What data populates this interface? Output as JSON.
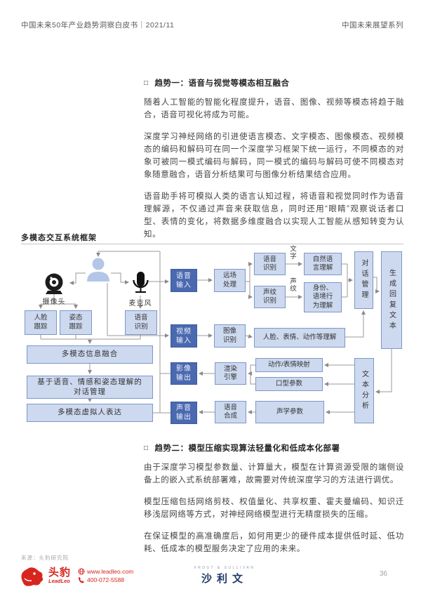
{
  "header": {
    "left": "中国未来50年产业趋势洞察白皮书｜2021/11",
    "right": "中国未来展望系列"
  },
  "section1": {
    "bullet": "□",
    "title": "趋势一：语音与视觉等模态相互融合",
    "paragraphs": [
      "随着人工智能的智能化程度提升，语音、图像、视频等模态将趋于融合，语音可视化将成为可能。",
      "深度学习神经网络的引进使语言模态、文字模态、图像模态、视频模态的编码和解码可在同一个深度学习框架下统一运行，不同模态的对象可被同一模式编码与解码，同一模式的编码与解码可使不同模态对象随意融合，语音分析结果可与图像分析结果结合应用。",
      "语音助手将可模拟人类的语言认知过程，将语音和视觉同时作为语音理解源，不仅通过声音来获取信息，同时还用“眼睛”观察说话者口型、表情的变化，将数据多维度融合以实现人工智能从感知转变为认知。"
    ]
  },
  "diagram": {
    "title": "多模态交互系统框架",
    "labels": {
      "camera": "摄像头",
      "mic": "麦克风",
      "face_tracking": "人脸\n跟踪",
      "posture_tracking": "姿态\n跟踪",
      "speech_recognition_left": "语音\n识别",
      "fusion": "多模态信息融合",
      "dialog_left": "基于语音、情感和姿态理解的\n对话管理",
      "virtual_human": "多模态虚拟人表达",
      "speech_input": "语音\n输入",
      "video_input": "视频\n输入",
      "image_output": "影像\n输出",
      "sound_output": "声音\n输出",
      "far_field": "远场\n处理",
      "speech_recognition": "语音\n识别",
      "voiceprint_recognition": "声纹\n识别",
      "text_tag": "文字",
      "voiceprint_tag": "声纹",
      "nlu": "自然语\n言理解",
      "identity": "身份、\n语境行\n为理解",
      "dialog_mgmt": "对话管理",
      "reply_gen": "生成回复文本",
      "image_recognition": "图像\n识别",
      "face_expr": "人脸、表情、动作等理解",
      "render_engine": "渲染\n引擎",
      "action_map": "动作/表情映射",
      "mouth_params": "口型参数",
      "text_analysis": "文本分析",
      "tts": "语音\n合成",
      "acoustic": "声学参数"
    }
  },
  "section2": {
    "bullet": "□",
    "title": "趋势二：模型压缩实现算法轻量化和低成本化部署",
    "paragraphs": [
      "由于深度学习模型参数量、计算量大，模型在计算资源受限的端侧设备上的嵌入式系统部署难，故需要对传统深度学习的方法进行调优。",
      "模型压缩包括网络剪枝、权值量化、共享权重、霍夫曼编码、知识迁移浅层网络等方式，对神经网络模型进行无精度损失的压缩。",
      "在保证模型的高准确度后，如何用更少的硬件成本提供低时延、低功耗、低成本的模型服务决定了应用的未来。"
    ]
  },
  "footer": {
    "source": "来源：头豹研究院",
    "leadleo_name": "头豹",
    "leadleo_sub": "LeadLeo",
    "leadleo_web": "www.leadleo.com",
    "leadleo_phone": "400-072-5588",
    "sullivan_top": "FROST  &  SULLIVAN",
    "sullivan_name": "沙利文",
    "page_number": "36"
  },
  "colors": {
    "box_dark_blue": "#4a69b0",
    "box_light_blue": "#cdd9ef",
    "box_border": "#7d96c9",
    "line_gray": "#8a8a8a",
    "brand_red": "#d7261f",
    "sullivan_navy": "#1e3a68"
  }
}
